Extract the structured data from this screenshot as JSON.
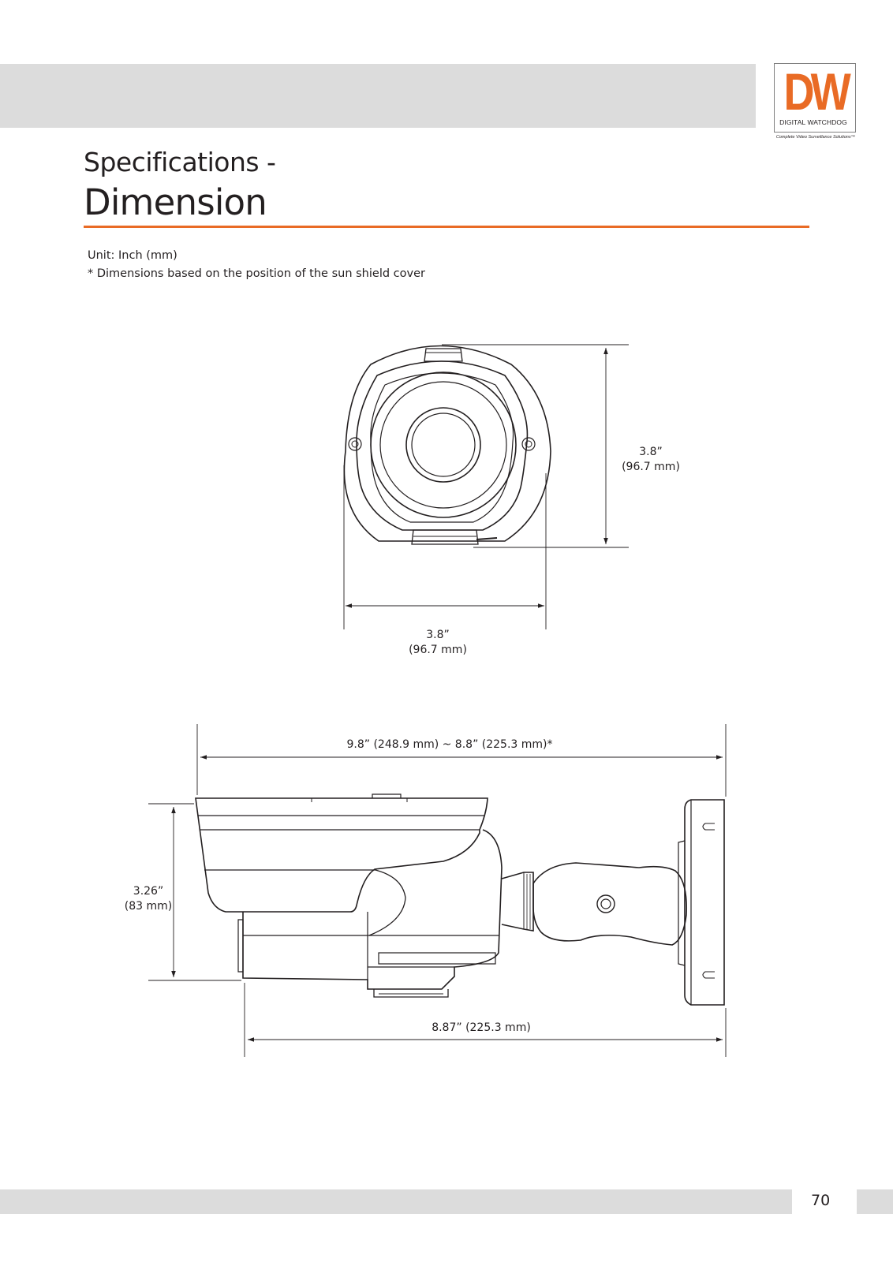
{
  "logo": {
    "letters": "DW",
    "name": "DIGITAL WATCHDOG",
    "tagline": "Complete Video Surveillance Solutions™"
  },
  "title": {
    "line1": "Specifications -",
    "line2": "Dimension"
  },
  "notes": {
    "unit": "Unit: Inch (mm)",
    "sunshield": "* Dimensions based on the position of the sun shield cover"
  },
  "front_view": {
    "height_in": "3.8”",
    "height_mm": "(96.7 mm)",
    "width_in": "3.8”",
    "width_mm": "(96.7 mm)"
  },
  "side_view": {
    "overall_length": "9.8” (248.9 mm) ~ 8.8” (225.3 mm)*",
    "height_in": "3.26”",
    "height_mm": "(83 mm)",
    "body_length": "8.87” (225.3 mm)"
  },
  "footer": {
    "page_number": "70"
  },
  "colors": {
    "accent": "#e96b25",
    "band": "#dcdcdc",
    "text": "#231f20"
  }
}
